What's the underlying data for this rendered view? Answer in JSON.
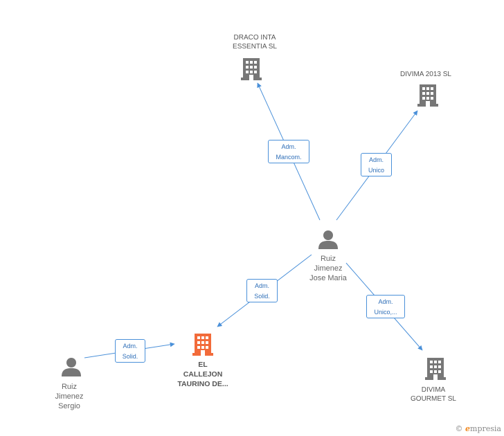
{
  "nodes": {
    "draco": {
      "name": "DRACO INTA\nESSENTIA  SL",
      "type": "company"
    },
    "divima2013": {
      "name": "DIVIMA 2013 SL",
      "type": "company"
    },
    "ruiz_jm": {
      "name": "Ruiz\nJimenez\nJose Maria",
      "type": "person"
    },
    "callejon": {
      "name": "EL\nCALLEJON\nTAURINO DE...",
      "type": "company-main"
    },
    "ruiz_s": {
      "name": "Ruiz\nJimenez\nSergio",
      "type": "person"
    },
    "divima_gourmet": {
      "name": "DIVIMA\nGOURMET SL",
      "type": "company"
    }
  },
  "edges": {
    "e1": {
      "label": "Adm.\nMancom."
    },
    "e2": {
      "label": "Adm.\nUnico"
    },
    "e3": {
      "label": "Adm.\nSolid."
    },
    "e4": {
      "label": "Adm.\nUnico,..."
    },
    "e5": {
      "label": "Adm.\nSolid."
    }
  },
  "colors": {
    "edge": "#4a90d9",
    "company": "#777777",
    "main_company": "#f26b3a",
    "person": "#777777"
  },
  "brand": {
    "copyright": "©",
    "name_rest": "mpresia",
    "name_initial": "e"
  }
}
